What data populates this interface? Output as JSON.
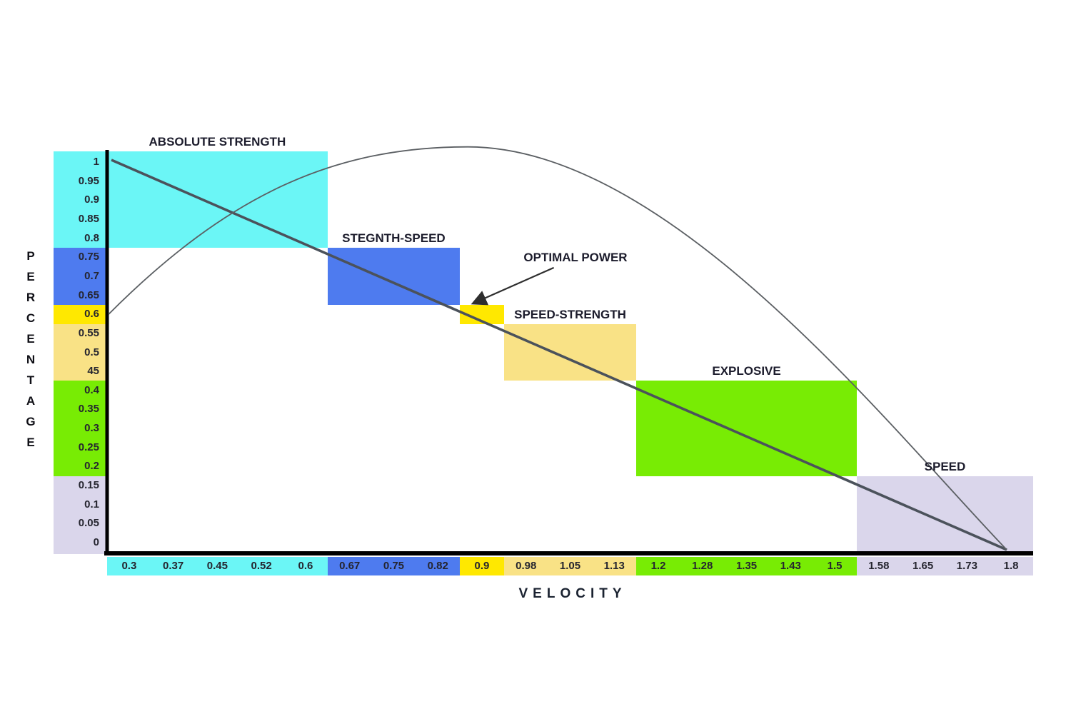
{
  "chart_data": {
    "type": "line",
    "title": "",
    "xlabel": "VELOCITY",
    "ylabel": "PERCENTAGE",
    "xlim": [
      0.3,
      1.8
    ],
    "ylim": [
      0,
      1
    ],
    "grid": false,
    "legend": "none",
    "x_tick_labels": [
      "0.3",
      "0.37",
      "0.45",
      "0.52",
      "0.6",
      "0.67",
      "0.75",
      "0.82",
      "0.9",
      "0.98",
      "1.05",
      "1.13",
      "1.2",
      "1.28",
      "1.35",
      "1.43",
      "1.5",
      "1.58",
      "1.65",
      "1.73",
      "1.8"
    ],
    "y_tick_labels": [
      "1",
      "0.95",
      "0.9",
      "0.85",
      "0.8",
      "0.75",
      "0.7",
      "0.65",
      "0.6",
      "0.55",
      "0.5",
      "45",
      "0.4",
      "0.35",
      "0.3",
      "0.25",
      "0.2",
      "0.15",
      "0.1",
      "0.05",
      "0"
    ],
    "zones": [
      {
        "name": "absolute-strength",
        "label": "ABSOLUTE STRENGTH",
        "color": "#6BF6F6",
        "x": [
          0.3,
          0.6
        ],
        "y": [
          0.8,
          1.0
        ]
      },
      {
        "name": "strength-speed",
        "label": "STEGNTH-SPEED",
        "color": "#4E7BEF",
        "x": [
          0.6,
          0.82
        ],
        "y": [
          0.65,
          0.8
        ]
      },
      {
        "name": "optimal-power",
        "label": "OPTIMAL POWER",
        "color": "#FFE800",
        "x": [
          0.82,
          0.9
        ],
        "y": [
          0.6,
          0.65
        ],
        "label_floating": true
      },
      {
        "name": "speed-strength",
        "label": "SPEED-STRENGTH",
        "color": "#F9E286",
        "x": [
          0.9,
          1.13
        ],
        "y": [
          0.45,
          0.6
        ]
      },
      {
        "name": "explosive",
        "label": "EXPLOSIVE",
        "color": "#78EC04",
        "x": [
          1.13,
          1.5
        ],
        "y": [
          0.2,
          0.45
        ]
      },
      {
        "name": "speed",
        "label": "SPEED",
        "color": "#DAD6EB",
        "x": [
          1.5,
          1.8
        ],
        "y": [
          0.0,
          0.2
        ]
      }
    ],
    "series": [
      {
        "name": "force-velocity-line",
        "shape": "straight",
        "color": "#4b525b",
        "points": [
          [
            0.3,
            1.0
          ],
          [
            1.8,
            0.0
          ]
        ]
      },
      {
        "name": "power-curve",
        "shape": "curved",
        "color": "#5b5f63",
        "points": [
          [
            0.3,
            0.6
          ],
          [
            0.9,
            1.04
          ],
          [
            1.8,
            0.0
          ]
        ]
      }
    ],
    "axis_color": "#000000"
  }
}
